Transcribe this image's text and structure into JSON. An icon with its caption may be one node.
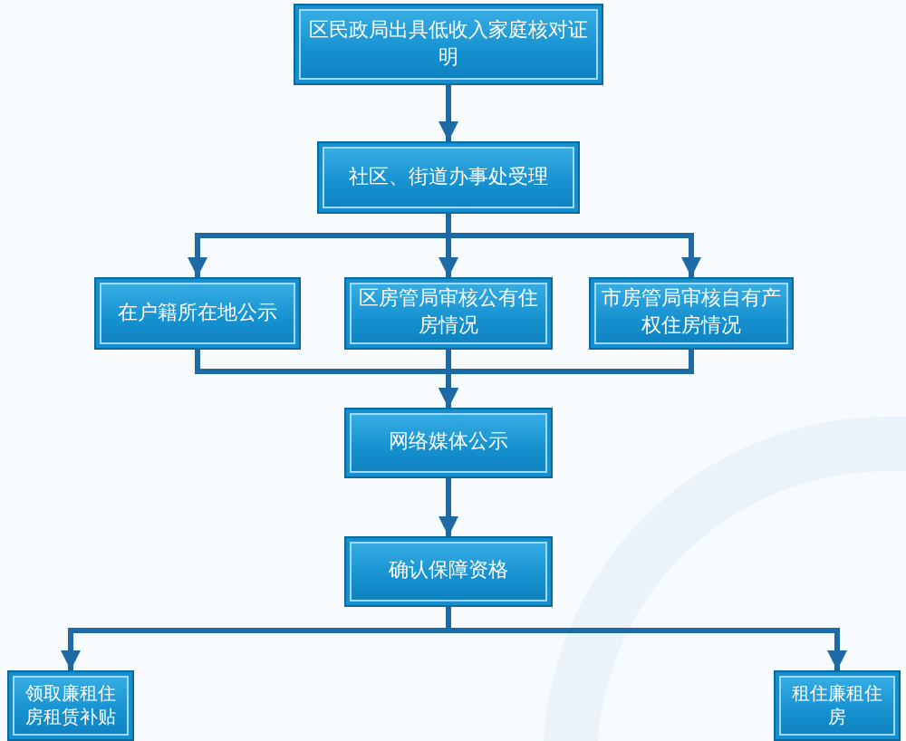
{
  "diagram": {
    "nodes": [
      {
        "text": [
          "区民政局出具低收入家庭核对证明"
        ]
      },
      {
        "text": [
          "社区、街道办事处受理"
        ]
      },
      {
        "text": [
          "在户籍所在地公示"
        ]
      },
      {
        "text": [
          "区房管局审核公有住房情况"
        ]
      },
      {
        "text": [
          "市房管局审核自有产权住房情况"
        ]
      },
      {
        "text": [
          "网络媒体公示"
        ]
      },
      {
        "text": [
          "确认保障资格"
        ]
      },
      {
        "text": [
          "领取廉租住房租赁补贴"
        ]
      },
      {
        "text": [
          "租住廉租住房"
        ]
      }
    ],
    "edges": [
      {
        "from": 0,
        "to": 1,
        "arrow": "to"
      },
      {
        "from": 1,
        "to": 2,
        "arrow": "to"
      },
      {
        "from": 1,
        "to": 3,
        "arrow": "to"
      },
      {
        "from": 1,
        "to": 4,
        "arrow": "to"
      },
      {
        "from": 2,
        "to": 5,
        "arrow": "to"
      },
      {
        "from": 3,
        "to": 5,
        "arrow": "to"
      },
      {
        "from": 4,
        "to": 5,
        "arrow": "to"
      },
      {
        "from": 5,
        "to": 6,
        "arrow": "to"
      },
      {
        "from": 6,
        "to": 7,
        "arrow": "to"
      },
      {
        "from": 6,
        "to": 8,
        "arrow": "to"
      }
    ]
  }
}
